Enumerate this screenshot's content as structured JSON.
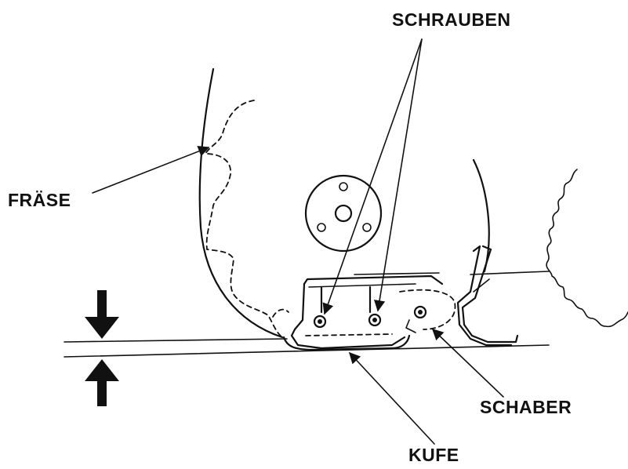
{
  "labels": {
    "screws": "SCHRAUBEN",
    "tiller": "FRÄSE",
    "scraper": "SCHABER",
    "skid": "KUFE"
  },
  "colors": {
    "ink": "#111111",
    "background": "#ffffff"
  }
}
